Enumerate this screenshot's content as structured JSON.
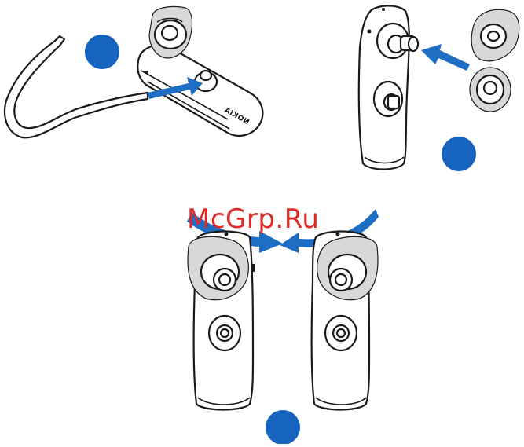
{
  "figure": {
    "panels": [
      {
        "id": "attach-ear-hook",
        "step_marker": "step-1"
      },
      {
        "id": "change-ear-gel",
        "step_marker": "step-2"
      },
      {
        "id": "switch-ear",
        "step_marker": "step-3"
      }
    ],
    "device_brand_text": "NOKIA",
    "watermark_text": "McGrp.Ru"
  },
  "colors": {
    "step_marker": "#1663c0",
    "arrow": "#1e6fc4",
    "watermark": "#e02a2a",
    "outline": "#1a1a1a"
  },
  "icons": {
    "step_marker": "blue-circle-icon",
    "direction_arrow": "blue-arrow-icon"
  }
}
